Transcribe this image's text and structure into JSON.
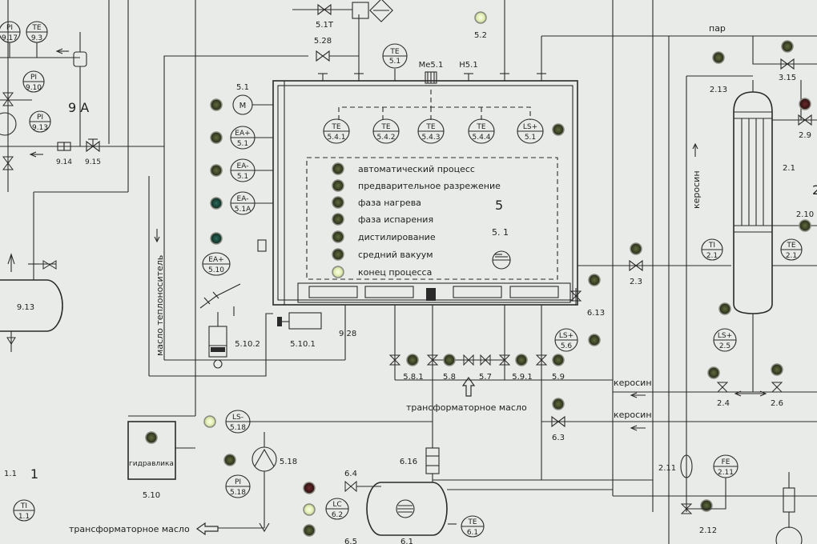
{
  "process_unit": {
    "number": "5",
    "sub_number": "5. 1",
    "status_list": [
      "автоматический процесс",
      "предварительное разрежение",
      "фаза нагрева",
      "фаза испарения",
      "дистилирование",
      "средний вакуум",
      "конец процесса"
    ],
    "sensors_top": [
      {
        "l1": "TE",
        "l2": "5.4.1"
      },
      {
        "l1": "TE",
        "l2": "5.4.2"
      },
      {
        "l1": "TE",
        "l2": "5.4.3"
      },
      {
        "l1": "TE",
        "l2": "5.4.4"
      },
      {
        "l1": "LS+",
        "l2": "5.1"
      }
    ],
    "top_tags": [
      "TE",
      "5.1",
      "Me5.1",
      "H5.1"
    ]
  },
  "left_motors": [
    {
      "code": "5.1",
      "symbol": "M"
    },
    {
      "l1": "EA+",
      "l2": "5.1"
    },
    {
      "l1": "EA-",
      "l2": "5.1"
    },
    {
      "l1": "EA-",
      "l2": "5.1A"
    },
    {
      "l1": "EA+",
      "l2": "5.10"
    }
  ],
  "labels": {
    "par": "пар",
    "kerosin_vertical": "керосин",
    "kerosin_1": "керосин",
    "kerosin_2": "керосин",
    "transformer_oil_1": "трансформаторное масло",
    "transformer_oil_2": "трансформаторное масло",
    "maslo_teplonositel": "масло теплоноситель",
    "gidravlika": "гидравлика",
    "section_9a": "9 A",
    "section_1": "1",
    "section_2": "2",
    "tank_913": "9.13"
  },
  "instruments": {
    "pi_917": {
      "l1": "PI",
      "l2": "9.17"
    },
    "te_93": {
      "l1": "TE",
      "l2": "9.3"
    },
    "pi_910": {
      "l1": "PI",
      "l2": "9.10"
    },
    "pi_913": {
      "l1": "PI",
      "l2": "9.13"
    },
    "ti_21": {
      "l1": "TI",
      "l2": "2.1"
    },
    "te_21": {
      "l1": "TE",
      "l2": "2.1"
    },
    "ls_25": {
      "l1": "LS+",
      "l2": "2.5"
    },
    "ls_56": {
      "l1": "LS+",
      "l2": "5.6"
    },
    "ls_518": {
      "l1": "LS-",
      "l2": "5.18"
    },
    "pi_518": {
      "l1": "PI",
      "l2": "5.18"
    },
    "lc_62": {
      "l1": "LC",
      "l2": "6.2"
    },
    "te_61": {
      "l1": "TE",
      "l2": "6.1"
    },
    "fe_211": {
      "l1": "FE",
      "l2": "2.11"
    },
    "ti_11": {
      "l1": "TI",
      "l2": "1.1"
    }
  },
  "tags": {
    "t_51t": "5.1T",
    "t_528": "5.28",
    "t_52": "5.2",
    "t_213": "2.13",
    "t_315": "3.15",
    "t_29": "2.9",
    "t_21": "2.1",
    "t_210": "2.10",
    "t_23": "2.3",
    "t_613": "6.13",
    "t_24": "2.4",
    "t_26": "2.6",
    "t_581": "5.8.1",
    "t_58": "5.8",
    "t_57": "5.7",
    "t_591": "5.9.1",
    "t_59": "5.9",
    "t_5102": "5.10.2",
    "t_5101": "5.10.1",
    "t_928": "9.28",
    "t_914": "9.14",
    "t_915": "9.15",
    "t_63": "6.3",
    "t_616": "6.16",
    "t_64": "6.4",
    "t_65": "6.5",
    "t_61": "6.1",
    "t_510": "5.10",
    "t_518": "5.18",
    "t_211": "2.11",
    "t_212": "2.12",
    "t_11": "1.1"
  }
}
